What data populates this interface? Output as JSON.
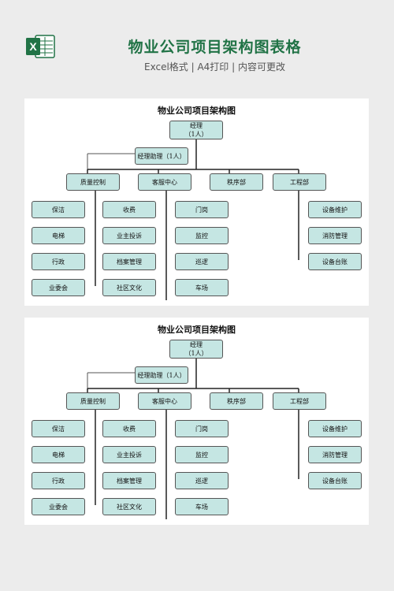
{
  "header": {
    "title": "物业公司项目架构图表格",
    "subtitle": "Excel格式 | A4打印 | 内容可更改",
    "logo_letter": "X",
    "brand_color": "#217346"
  },
  "sheets": [
    {
      "title": "物业公司项目架构图",
      "manager": {
        "label": "经理",
        "count": "（1人）"
      },
      "assistant": {
        "label": "经理助理（1人）"
      },
      "departments": [
        {
          "name": "质量控制",
          "items": [
            "保洁",
            "电梯",
            "行政",
            "业委会"
          ]
        },
        {
          "name": "客服中心",
          "items": [
            "收费",
            "业主投诉",
            "档案管理",
            "社区文化"
          ]
        },
        {
          "name": "秩序部",
          "items": [
            "门岗",
            "监控",
            "巡逻",
            "车场"
          ]
        },
        {
          "name": "工程部",
          "items": [
            "设备维护",
            "消防管理",
            "设备台账"
          ]
        }
      ]
    },
    {
      "title": "物业公司项目架构图",
      "manager": {
        "label": "经理",
        "count": "（1人）"
      },
      "assistant": {
        "label": "经理助理（1人）"
      },
      "departments": [
        {
          "name": "质量控制",
          "items": [
            "保洁",
            "电梯",
            "行政",
            "业委会"
          ]
        },
        {
          "name": "客服中心",
          "items": [
            "收费",
            "业主投诉",
            "档案管理",
            "社区文化"
          ]
        },
        {
          "name": "秩序部",
          "items": [
            "门岗",
            "监控",
            "巡逻",
            "车场"
          ]
        },
        {
          "name": "工程部",
          "items": [
            "设备维护",
            "消防管理",
            "设备台账"
          ]
        }
      ]
    }
  ],
  "colors": {
    "node_fill": "#c5e6e3",
    "background": "#ececec"
  }
}
